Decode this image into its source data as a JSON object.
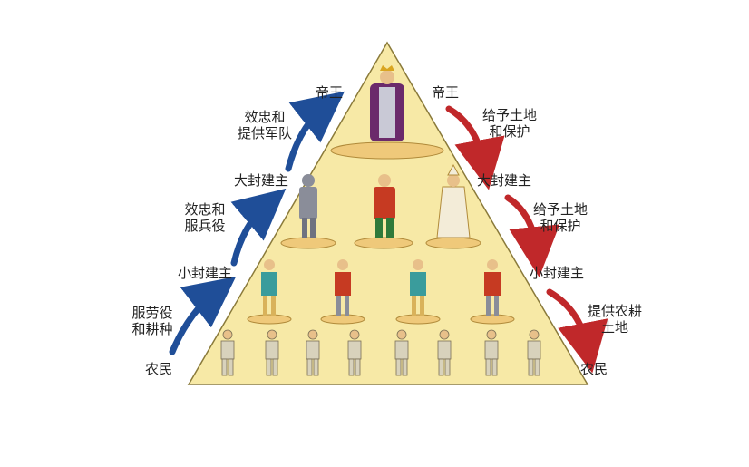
{
  "colors": {
    "pyramid_fill": "#f7e9a6",
    "pyramid_stroke": "#8a7a3a",
    "platform_fill": "#efc97a",
    "up_arrow": "#1f4e98",
    "down_arrow": "#c0282a"
  },
  "left": {
    "levels": [
      "农民",
      "小封建主",
      "大封建主",
      "帝王"
    ],
    "actions": [
      {
        "line1": "服劳役",
        "line2": "和耕种"
      },
      {
        "line1": "效忠和",
        "line2": "服兵役"
      },
      {
        "line1": "效忠和",
        "line2": "提供军队"
      }
    ]
  },
  "right": {
    "levels": [
      "帝王",
      "大封建主",
      "小封建主",
      "农民"
    ],
    "actions": [
      {
        "line1": "给予土地",
        "line2": "和保护"
      },
      {
        "line1": "给予土地",
        "line2": "和保护"
      },
      {
        "line1": "提供农耕",
        "line2": "土地"
      }
    ]
  },
  "tiers": [
    {
      "name": "emperor",
      "figures": 1
    },
    {
      "name": "great-lords",
      "figures": 3
    },
    {
      "name": "lesser-lords",
      "figures": 4
    },
    {
      "name": "peasants",
      "figures": 8
    }
  ]
}
